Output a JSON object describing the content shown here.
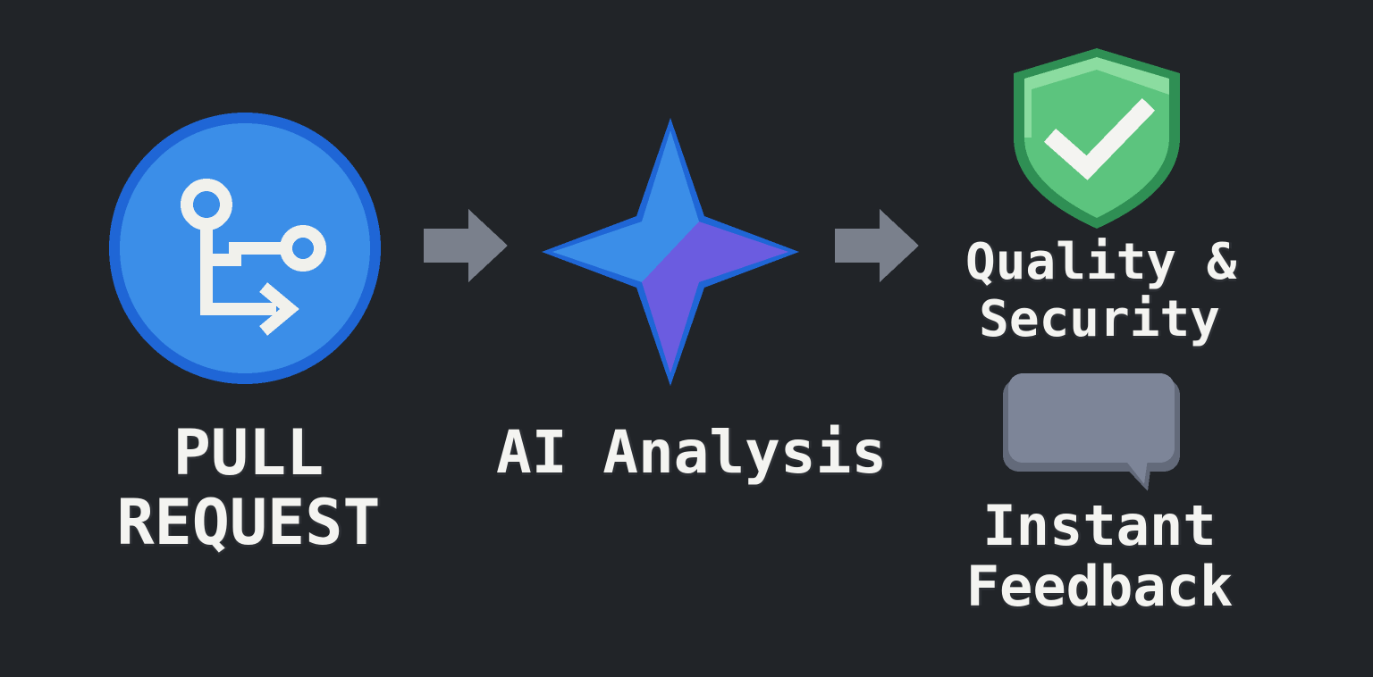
{
  "steps": [
    {
      "id": "pull-request",
      "icon": "git-pull-request-icon",
      "label_lines": [
        "PULL",
        "REQUEST"
      ],
      "color": "#3b8ee8"
    },
    {
      "id": "ai-analysis",
      "icon": "sparkle-star-icon",
      "label": "AI Analysis",
      "colors": [
        "#3b8ee8",
        "#6b5ce0"
      ]
    }
  ],
  "outputs": [
    {
      "id": "quality-security",
      "icon": "shield-check-icon",
      "label_lines": [
        "Quality &",
        "Security"
      ],
      "color": "#5cc47e"
    },
    {
      "id": "instant-feedback",
      "icon": "speech-bubble-icon",
      "label_lines": [
        "Instant",
        "Feedback"
      ],
      "color": "#7d8598"
    }
  ],
  "connector": {
    "icon": "arrow-right-icon",
    "color": "#7a808c"
  },
  "background_color": "#212428"
}
